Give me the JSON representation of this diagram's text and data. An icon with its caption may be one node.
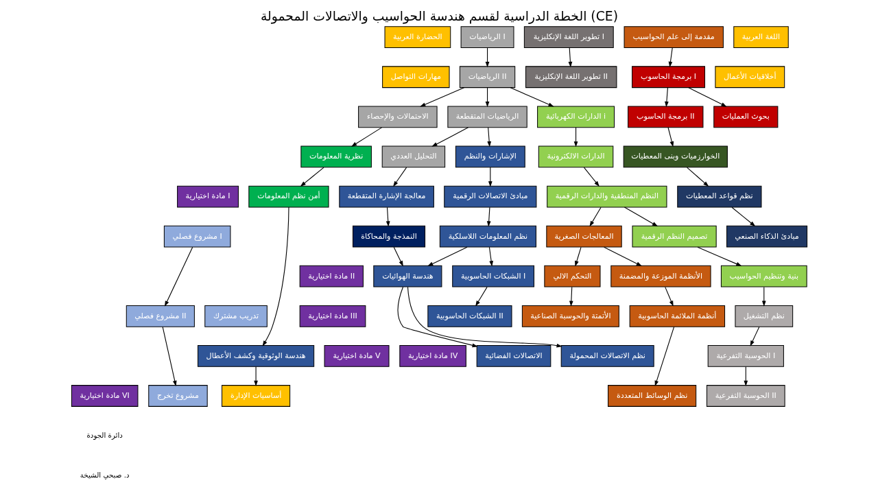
{
  "diagram": {
    "title": "الخطة الدراسية لقسم هندسة الحواسيب والاتصالات المحمولة (CE)",
    "nodes": [
      {
        "text": [
          "اللغة العربية"
        ]
      },
      {
        "text": [
          "مقدمة إلى علم الحواسيب"
        ]
      },
      {
        "text": [
          "تطوير اللغة الإنكليزية I"
        ]
      },
      {
        "text": [
          "الرياضيات I"
        ]
      },
      {
        "text": [
          "الحضارة العربية"
        ]
      },
      {
        "text": [
          "أخلاقيات الأعمال"
        ]
      },
      {
        "text": [
          "برمجة الحاسوب I"
        ]
      },
      {
        "text": [
          "تطوير اللغة الإنكليزية II"
        ]
      },
      {
        "text": [
          "الرياضيات II"
        ]
      },
      {
        "text": [
          "مهارات التواصل"
        ]
      },
      {
        "text": [
          "بحوث العمليات"
        ]
      },
      {
        "text": [
          "برمجة الحاسوب II"
        ]
      },
      {
        "text": [
          "الدارات الكهربائية i"
        ]
      },
      {
        "text": [
          "الرياضيات المتقطعة"
        ]
      },
      {
        "text": [
          "الاحتمالات والإحصاء"
        ]
      },
      {
        "text": [
          "الخوارزميات وبنى المعطيات"
        ]
      },
      {
        "text": [
          "الدارات الالكترونية"
        ]
      },
      {
        "text": [
          "الإشارات والنظم"
        ]
      },
      {
        "text": [
          "التحليل العددي"
        ]
      },
      {
        "text": [
          "نظرية المعلومات"
        ]
      },
      {
        "text": [
          "نظم قواعد المعطيات"
        ]
      },
      {
        "text": [
          "النظم المنطقية والدارات الرقمية"
        ]
      },
      {
        "text": [
          "مبادئ الاتصالات الرقمية"
        ]
      },
      {
        "text": [
          "معالجة الإشارة المتقطعة"
        ]
      },
      {
        "text": [
          "أمن نظم المعلومات"
        ]
      },
      {
        "text": [
          "مادة اختيارية I"
        ]
      },
      {
        "text": [
          "مبادئ الذكاء الصنعي"
        ]
      },
      {
        "text": [
          "تصميم النظم الرقمية"
        ]
      },
      {
        "text": [
          "المعالجات الصغرية"
        ]
      },
      {
        "text": [
          "نظم المعلومات اللاسلكية"
        ]
      },
      {
        "text": [
          "النمذجة والمحاكاة"
        ]
      },
      {
        "text": [
          "مشروع فصلي I"
        ]
      },
      {
        "text": [
          "بنية وتنظيم الحواسيب"
        ]
      },
      {
        "text": [
          "الأنظمة الموزعة والمضمنة"
        ]
      },
      {
        "text": [
          "التحكم الالي"
        ]
      },
      {
        "text": [
          "الشبكات الحاسوبية I"
        ]
      },
      {
        "text": [
          "هندسة الهوائيات"
        ]
      },
      {
        "text": [
          "مادة اختيارية II"
        ]
      },
      {
        "text": [
          "نظم التشغيل"
        ]
      },
      {
        "text": [
          "أنظمة الملائمة الحاسوبية"
        ]
      },
      {
        "text": [
          "الأتمتة والحوسبة الصناعية"
        ]
      },
      {
        "text": [
          "الشبكات الحاسوبية II"
        ]
      },
      {
        "text": [
          "تدريب مشترك"
        ]
      },
      {
        "text": [
          "مشروع فصلي II"
        ]
      },
      {
        "text": [
          "مادة اختيارية III"
        ]
      },
      {
        "text": [
          "الحوسبة التفرعية I"
        ]
      },
      {
        "text": [
          "نظم الاتصالات المحمولة"
        ]
      },
      {
        "text": [
          "الاتصالات الفضائية"
        ]
      },
      {
        "text": [
          "هندسة الوثوقية وكشف الأعطال"
        ]
      },
      {
        "text": [
          "مادة اختيارية IV"
        ]
      },
      {
        "text": [
          "مادة اختيارية V"
        ]
      },
      {
        "text": [
          "الحوسبة التفرعية II"
        ]
      },
      {
        "text": [
          "نظم الوسائط المتعددة"
        ]
      },
      {
        "text": [
          "أساسيات الإدارة"
        ]
      },
      {
        "text": [
          "مشروع تخرج"
        ]
      },
      {
        "text": [
          "مادة اختيارية VI"
        ]
      }
    ],
    "edges": [
      {
        "from": 3,
        "to": 8,
        "arrow": "to"
      },
      {
        "from": 2,
        "to": 7,
        "arrow": "to"
      },
      {
        "from": 1,
        "to": 6,
        "arrow": "to"
      },
      {
        "from": 6,
        "to": 11,
        "arrow": "to"
      },
      {
        "from": 6,
        "to": 10,
        "arrow": "to"
      },
      {
        "from": 8,
        "to": 14,
        "arrow": "to"
      },
      {
        "from": 8,
        "to": 13,
        "arrow": "to"
      },
      {
        "from": 8,
        "to": 12,
        "arrow": "to"
      },
      {
        "from": 14,
        "to": 19,
        "arrow": "to"
      },
      {
        "from": 13,
        "to": 18,
        "arrow": "to"
      },
      {
        "from": 13,
        "to": 17,
        "arrow": "to"
      },
      {
        "from": 12,
        "to": 16,
        "arrow": "to"
      },
      {
        "from": 11,
        "to": 15,
        "arrow": "to"
      },
      {
        "from": 19,
        "to": 24,
        "arrow": "to"
      },
      {
        "from": 18,
        "to": 23,
        "arrow": "to"
      },
      {
        "from": 17,
        "to": 22,
        "arrow": "to"
      },
      {
        "from": 16,
        "to": 21,
        "arrow": "to"
      },
      {
        "from": 15,
        "to": 20,
        "arrow": "to"
      },
      {
        "from": 20,
        "to": 26,
        "arrow": "to"
      },
      {
        "from": 23,
        "to": 30,
        "arrow": "to"
      },
      {
        "from": 22,
        "to": 29,
        "arrow": "to"
      },
      {
        "from": 21,
        "to": 28,
        "arrow": "to"
      },
      {
        "from": 21,
        "to": 27,
        "arrow": "to"
      },
      {
        "from": 30,
        "to": 36,
        "arrow": "to"
      },
      {
        "from": 29,
        "to": 36,
        "arrow": "to"
      },
      {
        "from": 29,
        "to": 35,
        "arrow": "to"
      },
      {
        "from": 28,
        "to": 34,
        "arrow": "to"
      },
      {
        "from": 28,
        "to": 33,
        "arrow": "to"
      },
      {
        "from": 27,
        "to": 32,
        "arrow": "to"
      },
      {
        "from": 31,
        "to": 43,
        "arrow": "to"
      },
      {
        "from": 24,
        "to": 48,
        "arrow": "to"
      },
      {
        "from": 36,
        "to": 47,
        "arrow": "to"
      },
      {
        "from": 36,
        "to": 46,
        "arrow": "to"
      },
      {
        "from": 35,
        "to": 41,
        "arrow": "to"
      },
      {
        "from": 34,
        "to": 40,
        "arrow": "to"
      },
      {
        "from": 33,
        "to": 39,
        "arrow": "to"
      },
      {
        "from": 32,
        "to": 38,
        "arrow": "to"
      },
      {
        "from": 43,
        "to": 54,
        "arrow": "to"
      },
      {
        "from": 48,
        "to": 53,
        "arrow": "to"
      },
      {
        "from": 39,
        "to": 52,
        "arrow": "to"
      },
      {
        "from": 38,
        "to": 45,
        "arrow": "to"
      },
      {
        "from": 45,
        "to": 51,
        "arrow": "to"
      }
    ],
    "labels": [
      "دائرة الجودة",
      "د. صبحي الشيخة"
    ]
  }
}
